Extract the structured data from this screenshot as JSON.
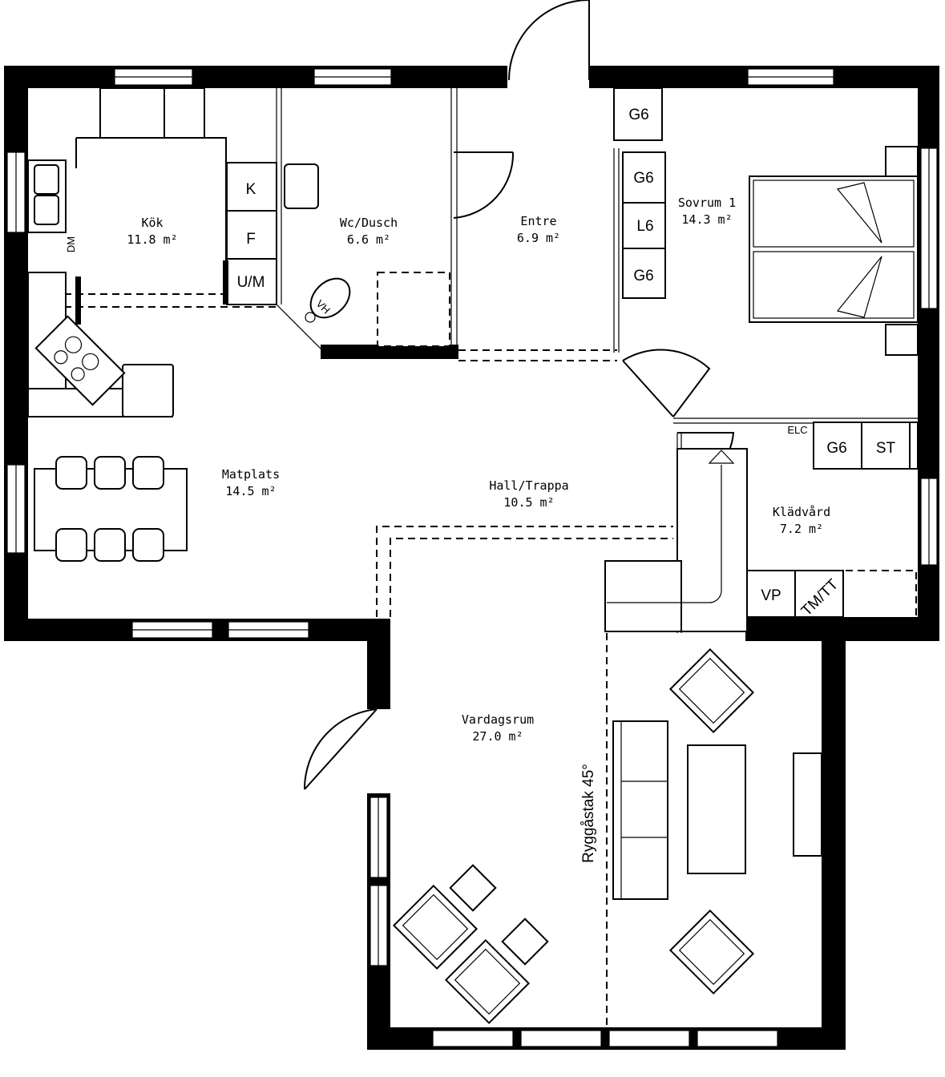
{
  "rooms": [
    {
      "name": "Kök",
      "area": "11.8 m²"
    },
    {
      "name": "Wc/Dusch",
      "area": "6.6 m²"
    },
    {
      "name": "Entre",
      "area": "6.9 m²"
    },
    {
      "name": "Sovrum 1",
      "area": "14.3 m²"
    },
    {
      "name": "Matplats",
      "area": "14.5 m²"
    },
    {
      "name": "Hall/Trappa",
      "area": "10.5 m²"
    },
    {
      "name": "Klädvård",
      "area": "7.2 m²"
    },
    {
      "name": "Vardagsrum",
      "area": "27.0 m²"
    }
  ],
  "labels": {
    "kitchen_k": "K",
    "kitchen_f": "F",
    "kitchen_um": "U/M",
    "kitchen_dm": "DM",
    "wc_wh": "VH",
    "wardrobe_top": "G6",
    "wardrobe_1": "G6",
    "wardrobe_2": "L6",
    "wardrobe_3": "G6",
    "laundry_elc": "ELC",
    "laundry_g6": "G6",
    "laundry_st": "ST",
    "laundry_vp": "VP",
    "laundry_tmtt": "TM/TT",
    "roof_note": "Ryggåstak 45°"
  }
}
